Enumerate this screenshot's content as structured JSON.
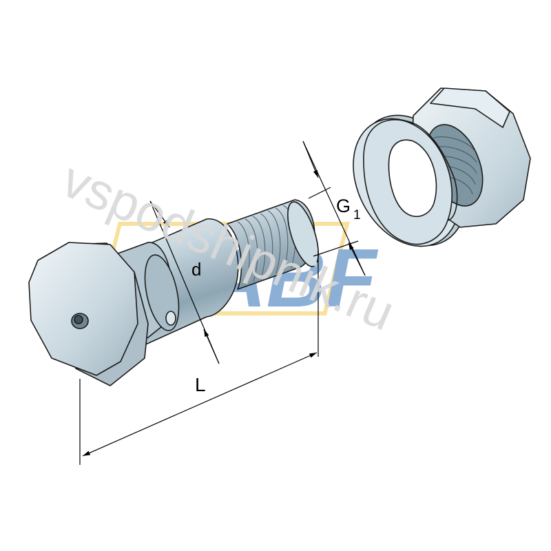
{
  "dimensions": {
    "d": "d",
    "L": "L",
    "G": "G",
    "G_sub": "1"
  },
  "watermark": {
    "text": "vspodshipnik.ru",
    "logo_text": "ABF"
  },
  "colors": {
    "steel": "#c4d4dc",
    "steel_dark": "#7f96a3",
    "steel_light": "#e8f0f4",
    "outline": "#1a1a1a",
    "logo_blue": "#2f6fb5",
    "logo_yellow": "#f2c94c",
    "watermark": "#d9d9d9"
  }
}
